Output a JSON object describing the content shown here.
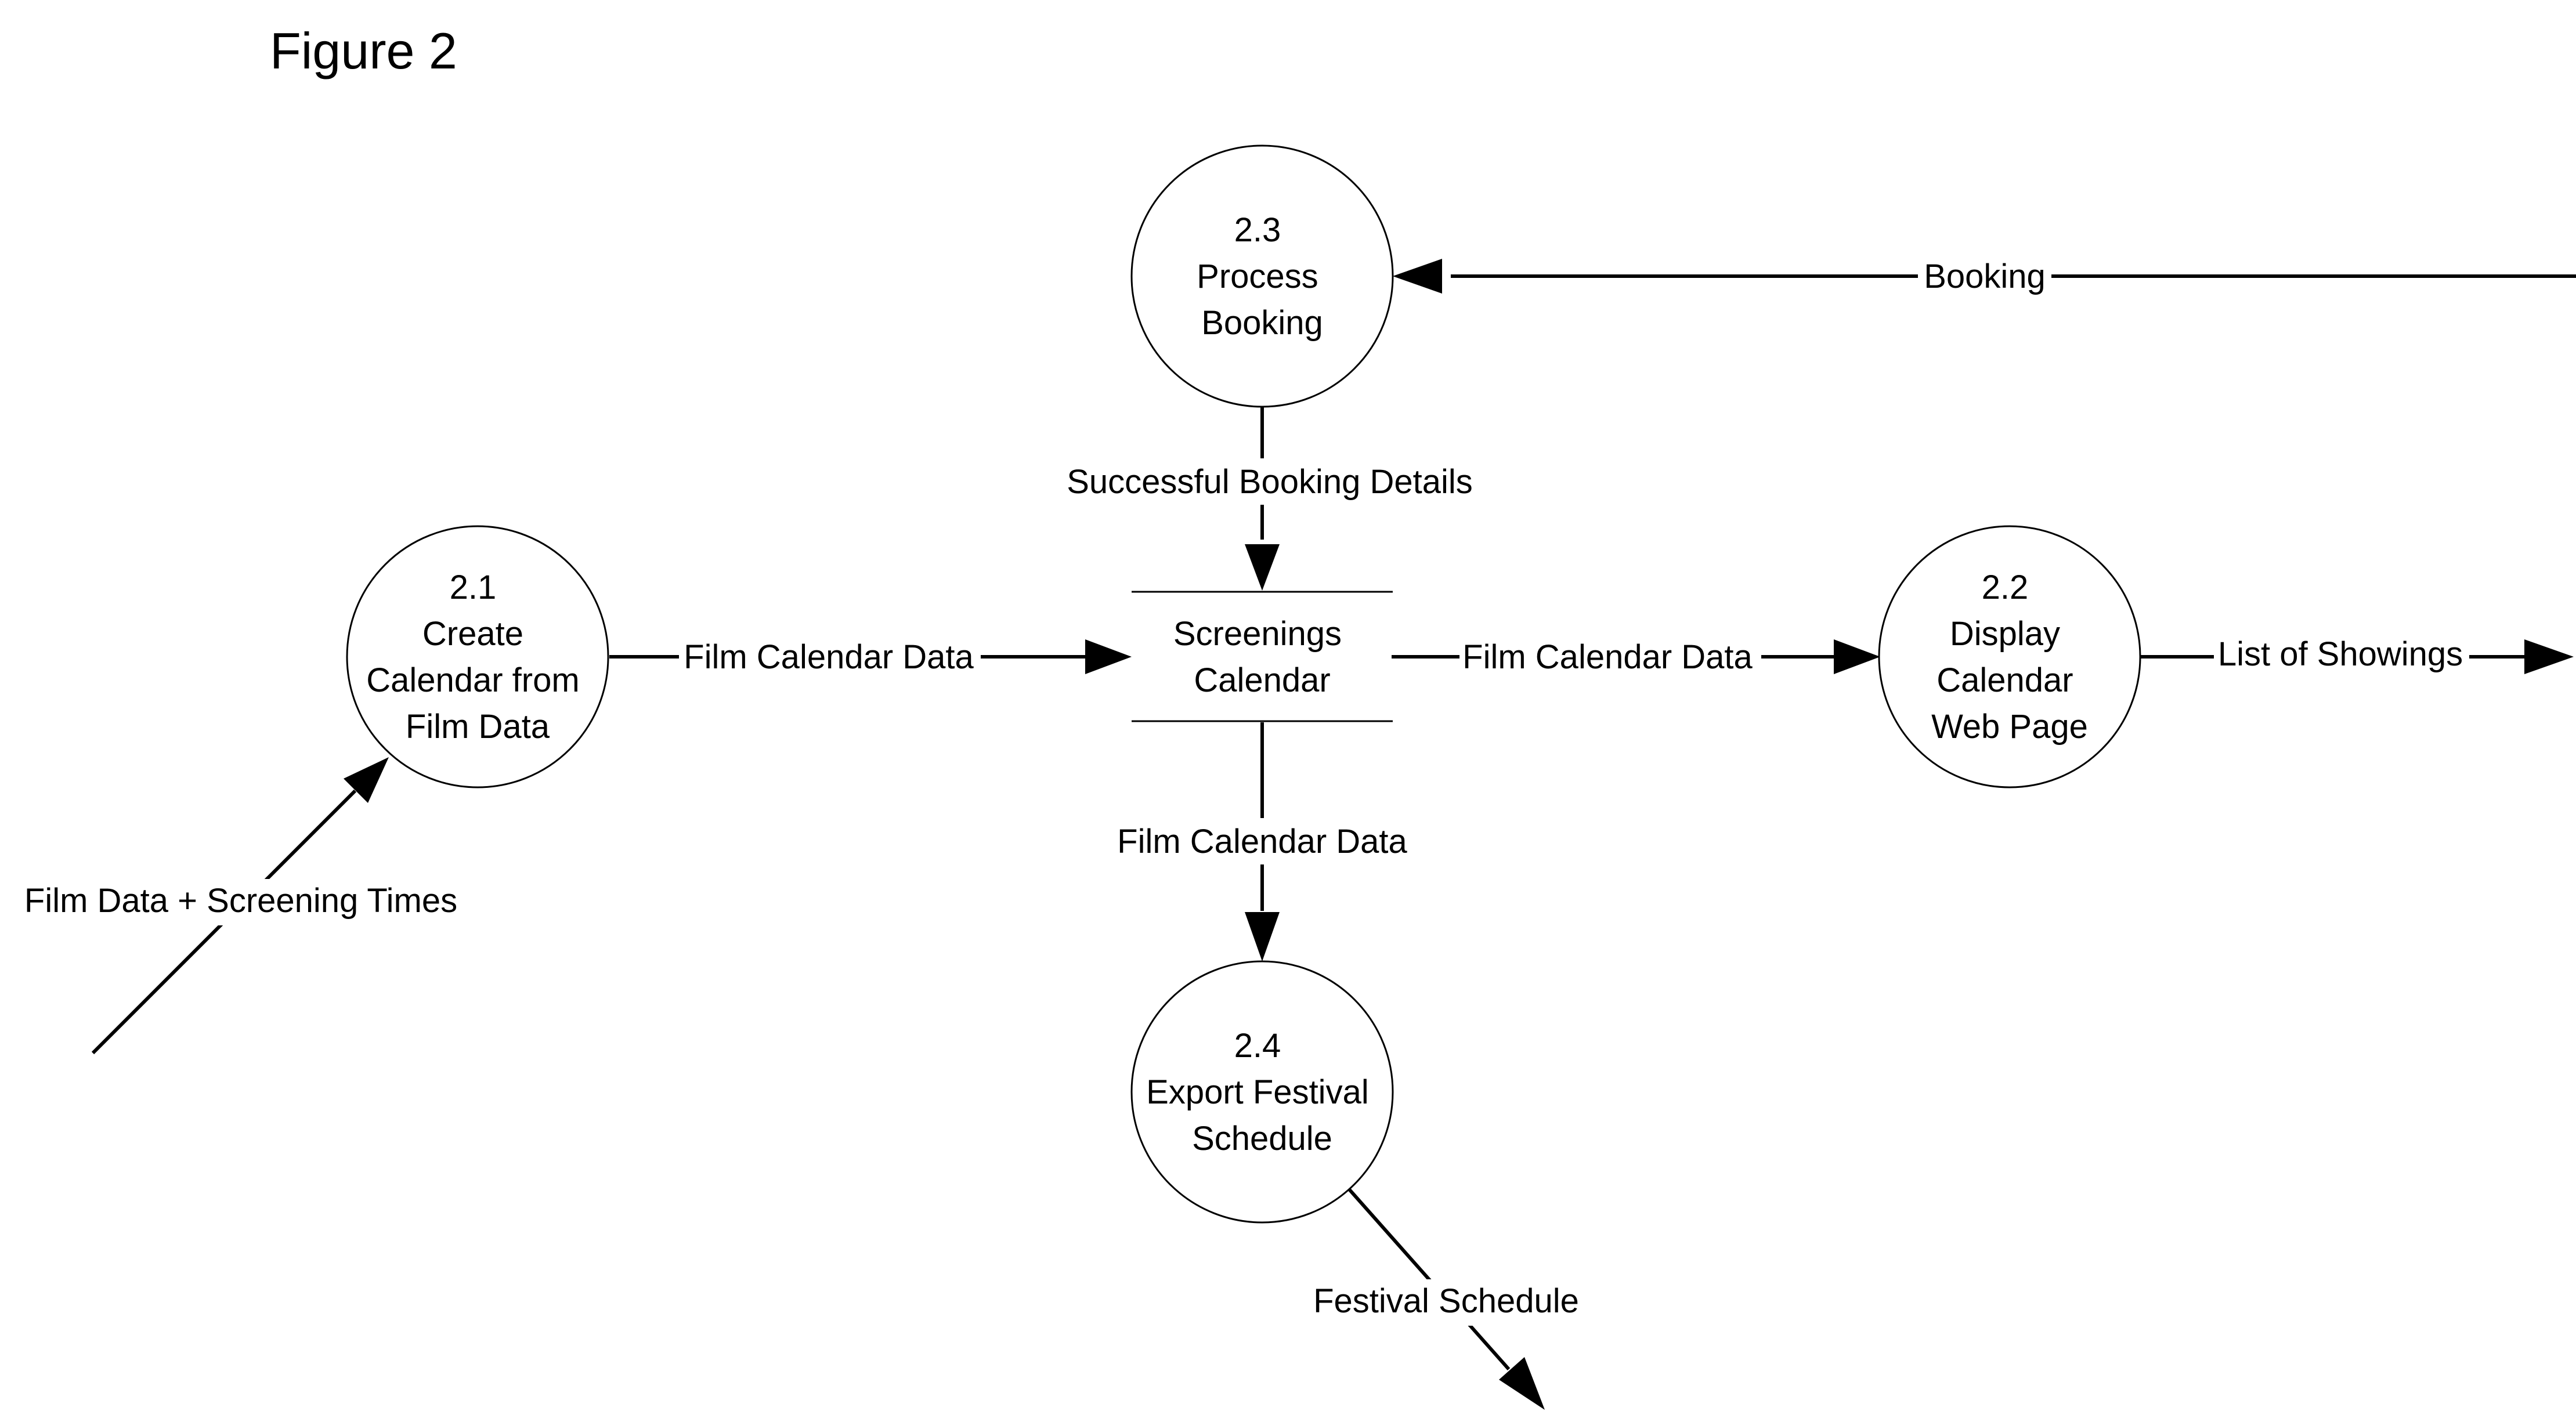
{
  "figure": {
    "title": "Figure 2"
  },
  "processes": {
    "p21": {
      "number": "2.1",
      "lines": [
        "Create",
        "Calendar from",
        "Film Data"
      ]
    },
    "p22": {
      "number": "2.2",
      "lines": [
        "Display",
        "Calendar",
        "Web Page"
      ]
    },
    "p23": {
      "number": "2.3",
      "lines": [
        "Process",
        "Booking"
      ]
    },
    "p24": {
      "number": "2.4",
      "lines": [
        "Export Festival",
        "Schedule"
      ]
    }
  },
  "data_store": {
    "lines": [
      "Screenings",
      "Calendar"
    ]
  },
  "flows": {
    "booking": "Booking",
    "successful_booking_details": "Successful Booking Details",
    "film_calendar_data_in": "Film Calendar Data",
    "film_calendar_data_out": "Film Calendar Data",
    "film_calendar_data_down": "Film Calendar Data",
    "list_of_showings": "List of Showings",
    "film_data_screening_times": "Film Data + Screening Times",
    "festival_schedule": "Festival Schedule"
  }
}
